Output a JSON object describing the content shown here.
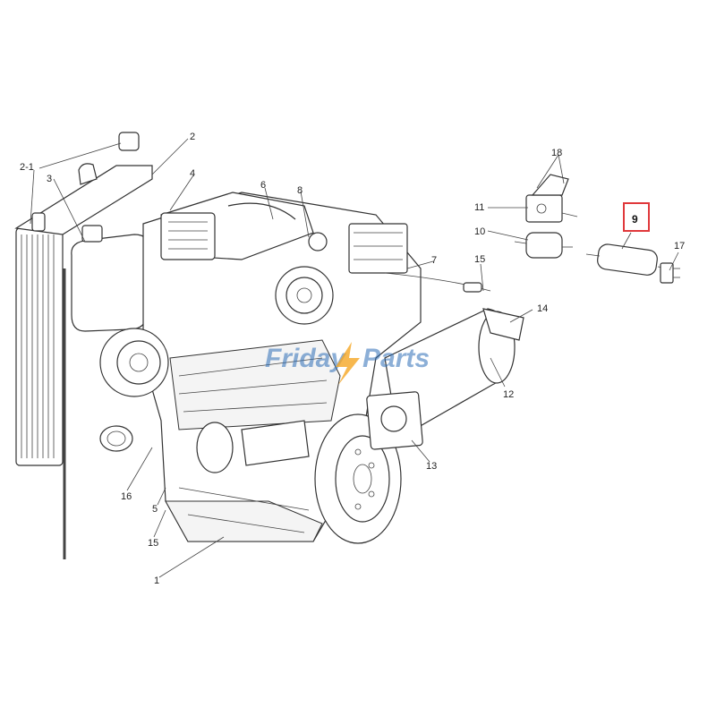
{
  "diagram": {
    "labels": {
      "l2_1": "2-1",
      "l2": "2",
      "l3": "3",
      "l4": "4",
      "l6": "6",
      "l8": "8",
      "l7": "7",
      "l18": "18",
      "l11": "11",
      "l10": "10",
      "l9": "9",
      "l17": "17",
      "l15a": "15",
      "l14": "14",
      "l12": "12",
      "l13": "13",
      "l16": "16",
      "l5": "5",
      "l15b": "15",
      "l1": "1"
    },
    "highlighted_label": "9",
    "highlight_color": "#e0383b",
    "watermark": {
      "text_a": "Friday",
      "text_b": "Parts",
      "logo": "lightning-bolt-icon",
      "color": "#2f6fb8",
      "accent_color": "#f5a623"
    }
  }
}
